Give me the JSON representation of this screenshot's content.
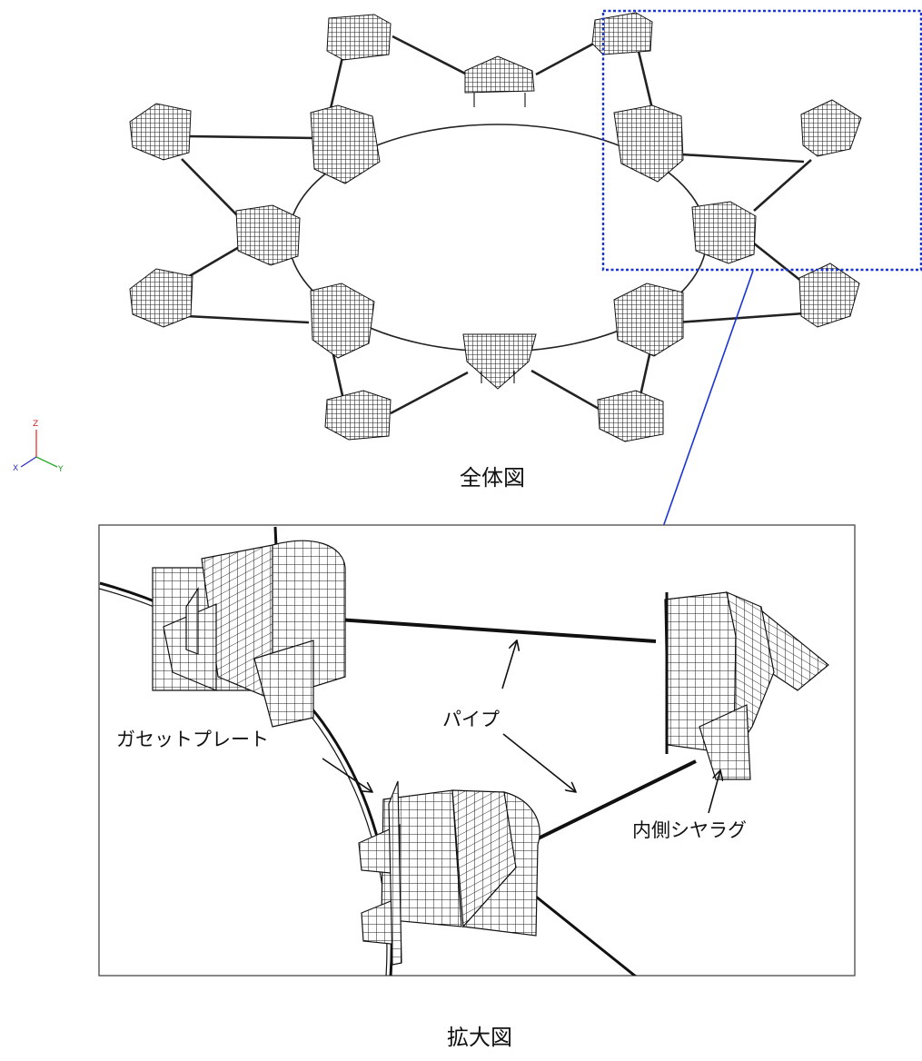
{
  "captions": {
    "overview": "全体図",
    "enlarged": "拡大図"
  },
  "labels": {
    "pipe": "パイプ",
    "gusset_plate": "ガセットプレート",
    "inner_shear_lug": "内側シヤラグ"
  },
  "axis_triad": {
    "x": "X",
    "y": "Y",
    "z": "Z"
  },
  "colors": {
    "mesh": "#222222",
    "detail_box": "#1a33d6",
    "frame": "#555555"
  }
}
